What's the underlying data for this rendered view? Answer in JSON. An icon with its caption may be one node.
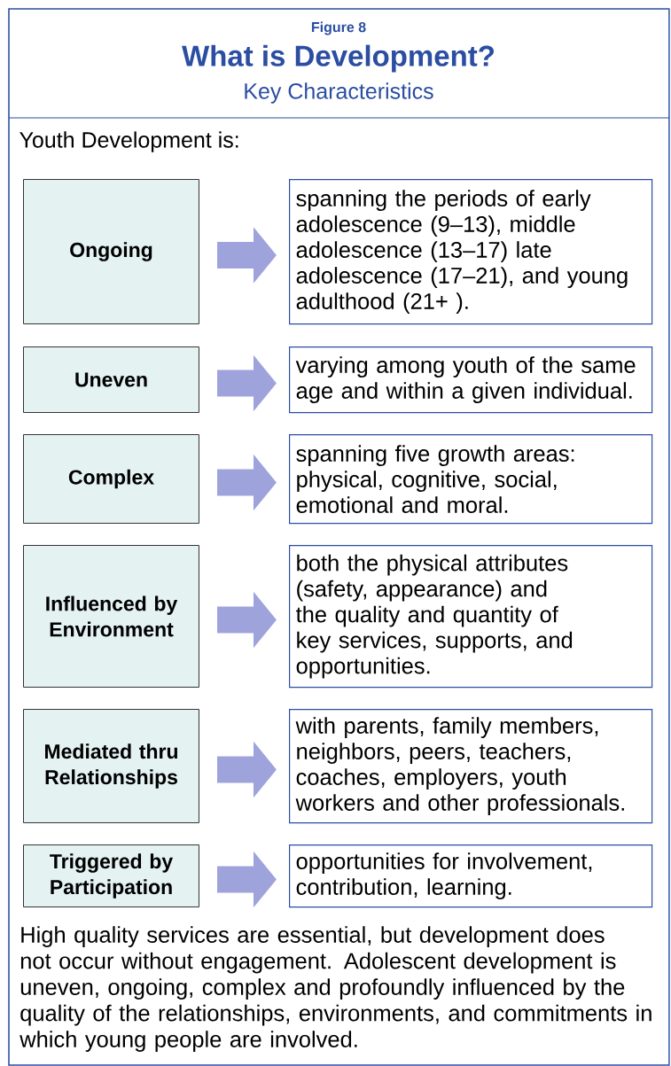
{
  "diagram": {
    "title": "What is Development?",
    "nodes": [
      {
        "text": [
          "Ongoing"
        ]
      },
      {
        "text": [
          "spanning the periods of early adolescence (9–13), middle adolescence (13–17) late adolescence (17–21), and young adulthood (21+ )."
        ]
      },
      {
        "text": [
          "Uneven"
        ]
      },
      {
        "text": [
          "varying among youth of the same age and within a given individual."
        ]
      },
      {
        "text": [
          "Complex"
        ]
      },
      {
        "text": [
          "spanning five growth areas: physical, cognitive, social, emotional and moral."
        ]
      },
      {
        "text": [
          "Influenced by Environment"
        ]
      },
      {
        "text": [
          "both the physical attributes (safety, appearance) and the quality and quantity of key services, supports, and opportunities."
        ]
      },
      {
        "text": [
          "Mediated thru Relationships"
        ]
      },
      {
        "text": [
          "with parents, family members, neighbors, peers, teachers, coaches, employers, youth workers and other professionals."
        ]
      },
      {
        "text": [
          "Triggered by Participation"
        ]
      },
      {
        "text": [
          "opportunities for involvement, contribution, learning."
        ]
      }
    ],
    "edges": [
      {
        "from": 0,
        "to": 1,
        "arrow": "to"
      },
      {
        "from": 2,
        "to": 3,
        "arrow": "to"
      },
      {
        "from": 4,
        "to": 5,
        "arrow": "to"
      },
      {
        "from": 6,
        "to": 7,
        "arrow": "to"
      },
      {
        "from": 8,
        "to": 9,
        "arrow": "to"
      },
      {
        "from": 10,
        "to": 11,
        "arrow": "to"
      }
    ],
    "labels": [
      "Figure 8",
      "Key Characteristics",
      "Youth Development is:",
      "High quality services are essential, but development does not occur without engagement. Adolescent development is uneven, ongoing, complex and profoundly influenced by the quality of the relationships, environments, and commitments in which young people are involved."
    ]
  }
}
